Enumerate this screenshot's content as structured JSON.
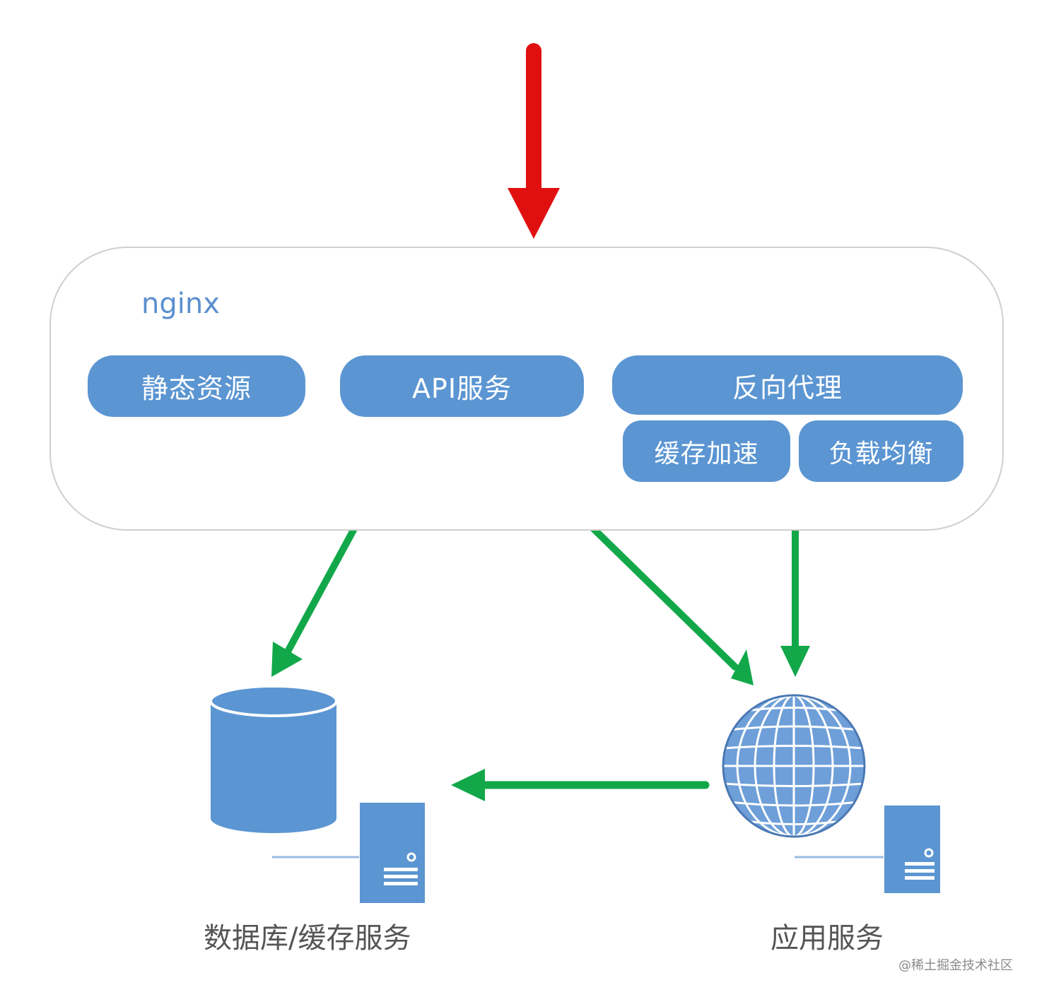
{
  "container": {
    "label": "nginx"
  },
  "modules": {
    "static": "静态资源",
    "api": "API服务",
    "proxy": "反向代理",
    "cache": "缓存加速",
    "load_balance": "负载均衡"
  },
  "nodes": {
    "database": "数据库/缓存服务",
    "application": "应用服务"
  },
  "watermark": "@稀土掘金技术社区",
  "colors": {
    "incoming_arrow": "#e01010",
    "flow_arrow": "#12a84a",
    "module_fill": "#5b95d2",
    "container_border": "#cfcfcf",
    "container_label": "#5b8fd0"
  },
  "icons": {
    "database": "database-cylinder-icon",
    "application": "globe-icon",
    "server": "server-tower-icon"
  }
}
